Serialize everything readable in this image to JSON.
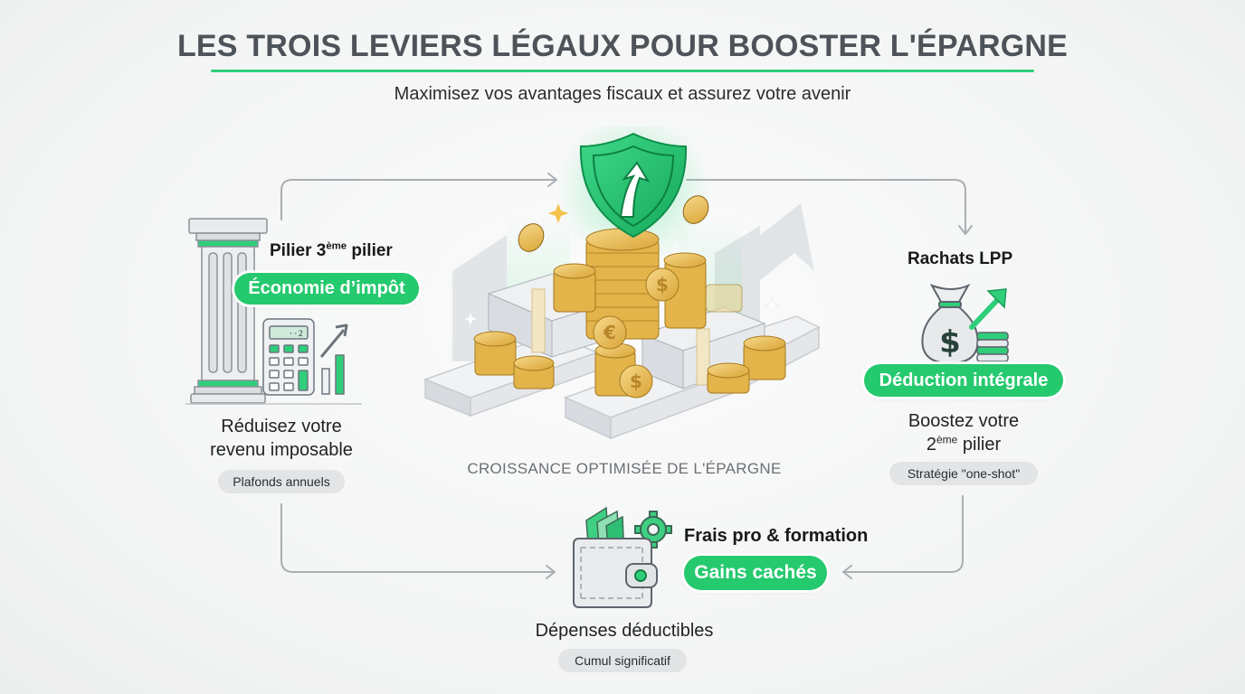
{
  "header": {
    "title": "LES TROIS LEVIERS LÉGAUX POUR BOOSTER L'ÉPARGNE",
    "subtitle": "Maximisez vos avantages fiscaux et assurez votre avenir"
  },
  "colors": {
    "accent_green": "#25c96e",
    "title_gray": "#4d5358",
    "connector_gray": "#a9aeb3",
    "coin_gold": "#e7b94a",
    "pill_gray": "#e2e4e6"
  },
  "center": {
    "caption": "CROISSANCE OPTIMISÉE DE L'ÉPARGNE",
    "icons": [
      "shield-arrow-up-icon",
      "coin-stacks-icon",
      "banknote-stacks-icon",
      "growth-arrow-icon"
    ]
  },
  "levers": [
    {
      "id": "pilier3",
      "heading_main": "Pilier 3",
      "heading_sup": "ème",
      "heading_rest": " pilier",
      "badge": "Économie d’impôt",
      "description_line1": "Réduisez votre",
      "description_line2": "revenu imposable",
      "tag": "Plafonds annuels",
      "icons": [
        "pillar-icon",
        "calculator-icon",
        "bar-chart-up-icon"
      ]
    },
    {
      "id": "lpp",
      "heading": "Rachats LPP",
      "badge": "Déduction intégrale",
      "description_line1": "Boostez votre",
      "description_line2_main": "2",
      "description_line2_sup": "ème",
      "description_line2_rest": " pilier",
      "tag": "Stratégie \"one-shot\"",
      "icons": [
        "money-bag-icon",
        "coin-stack-icon",
        "arrow-up-right-icon"
      ]
    },
    {
      "id": "frais",
      "heading": "Frais pro & formation",
      "badge": "Gains cachés",
      "description": "Dépenses déductibles",
      "tag": "Cumul significatif",
      "icons": [
        "wallet-icon",
        "books-icon",
        "gears-icon"
      ]
    }
  ]
}
